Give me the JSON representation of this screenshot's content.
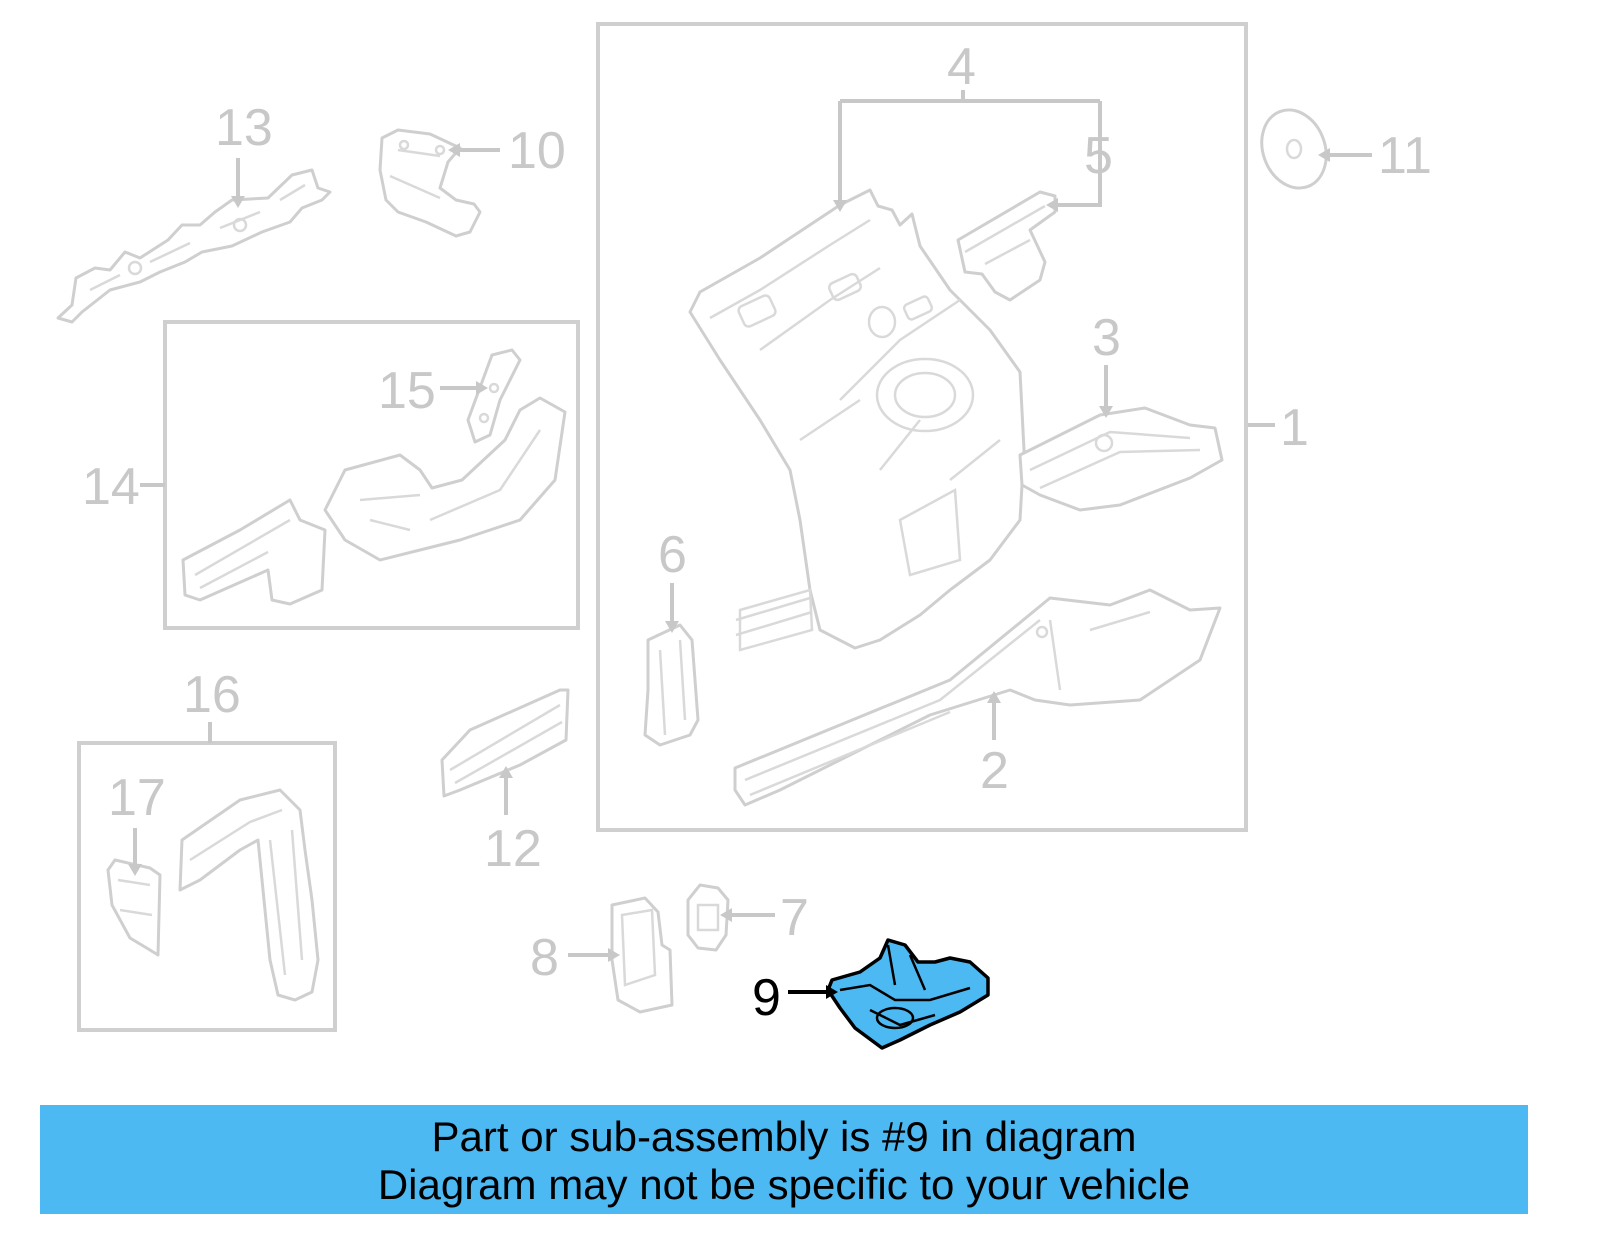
{
  "callouts": {
    "c1": "1",
    "c2": "2",
    "c3": "3",
    "c4": "4",
    "c5": "5",
    "c6": "6",
    "c7": "7",
    "c8": "8",
    "c9": "9",
    "c10": "10",
    "c11": "11",
    "c12": "12",
    "c13": "13",
    "c14": "14",
    "c15": "15",
    "c16": "16",
    "c17": "17"
  },
  "highlight": {
    "part": "9",
    "color": "#4db9f2"
  },
  "banner": {
    "line1": "Part or sub-assembly is #9 in diagram",
    "line2": "Diagram may not be specific to your vehicle",
    "background": "#4db9f2"
  }
}
